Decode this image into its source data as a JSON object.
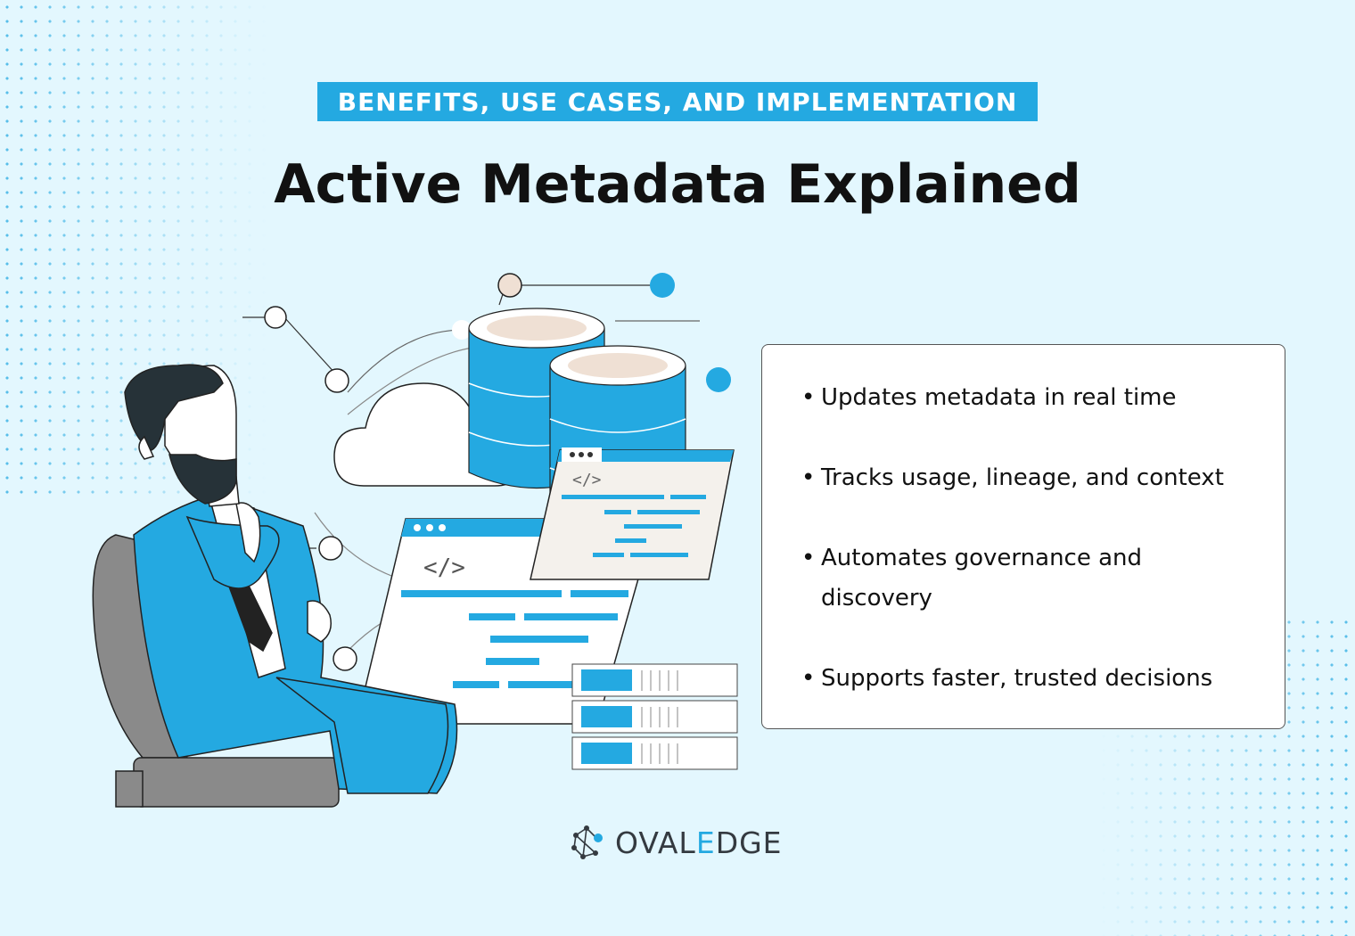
{
  "header": {
    "badge": "BENEFITS, USE CASES, AND IMPLEMENTATION",
    "title": "Active Metadata Explained"
  },
  "benefits": [
    "Updates metadata in real time",
    "Tracks usage, lineage, and context",
    "Automates governance and discovery",
    "Supports faster, trusted decisions"
  ],
  "brand": {
    "name_prefix": "OVAL",
    "name_highlight": "E",
    "name_suffix": "DGE",
    "logo_icon": "network-logo-icon"
  },
  "colors": {
    "background": "#e3f7fe",
    "accent": "#24a9e1",
    "text": "#111111"
  }
}
